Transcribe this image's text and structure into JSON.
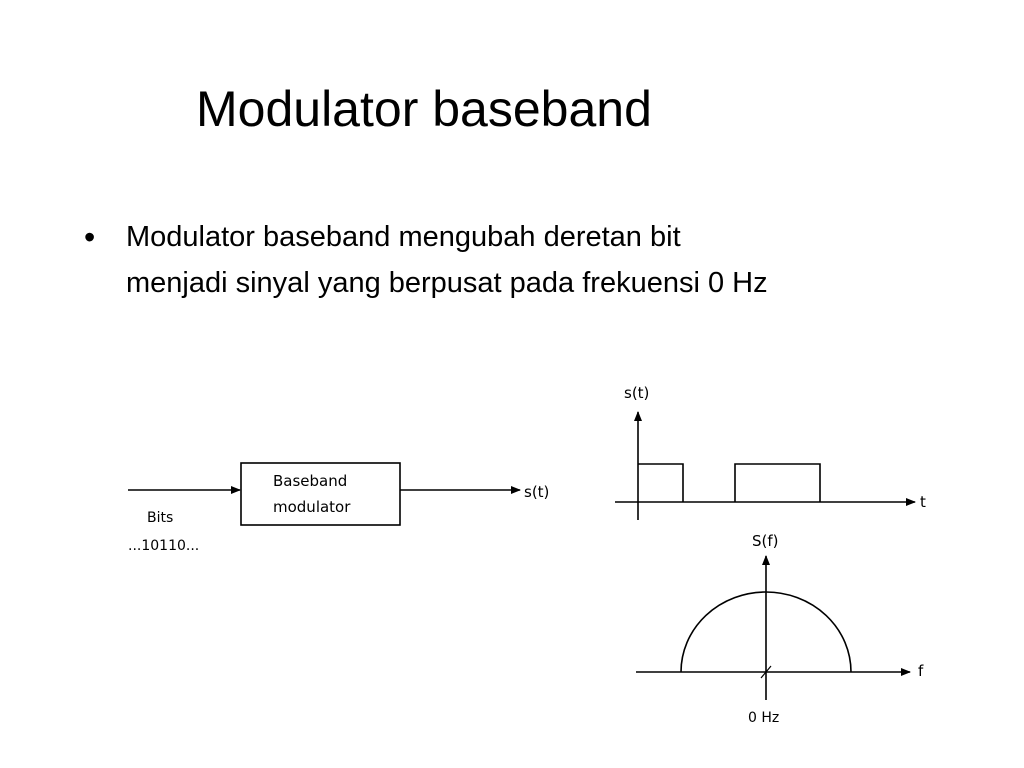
{
  "slide": {
    "title": "Modulator baseband",
    "bullet": {
      "marker": "•",
      "line1": "Modulator baseband mengubah deretan bit",
      "line2": "menjadi sinyal yang berpusat pada frekuensi 0 Hz"
    }
  },
  "block_diagram": {
    "input_label_line1": "Bits",
    "input_label_line2": "...10110...",
    "block_label_line1": "Baseband",
    "block_label_line2": "modulator",
    "output_label": "s(t)"
  },
  "time_plot": {
    "y_label": "s(t)",
    "x_label": "t"
  },
  "freq_plot": {
    "y_label": "S(f)",
    "x_label": "f",
    "origin_label": "0 Hz"
  }
}
